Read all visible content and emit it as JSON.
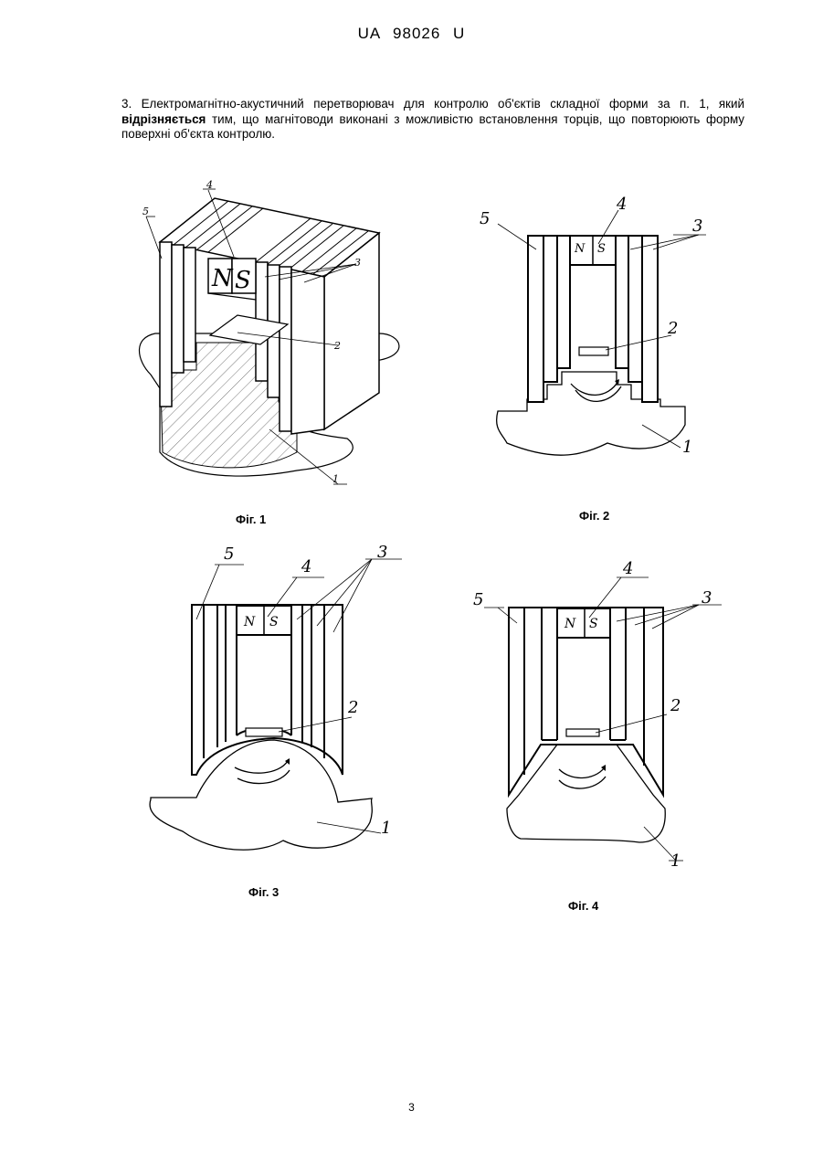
{
  "header": "UA 98026 U",
  "claim": {
    "part1": "3. Електромагнітно-акустичний перетворювач для контролю об'єктів складної форми за п. 1, який ",
    "bold": "відрізняється",
    "part2": " тим, що магнітоводи виконані з можливістю встановлення торців, що повторюють форму поверхні об'єкта контролю."
  },
  "figures": {
    "fig1": {
      "caption": "Фіг. 1",
      "labels": {
        "l1": "1",
        "l2": "2",
        "l3": "3",
        "l4": "4",
        "l5": "5",
        "north": "N",
        "south": "S"
      }
    },
    "fig2": {
      "caption": "Фіг. 2",
      "labels": {
        "l1": "1",
        "l2": "2",
        "l3": "3",
        "l4": "4",
        "l5": "5",
        "north": "N",
        "south": "S"
      }
    },
    "fig3": {
      "caption": "Фіг. 3",
      "labels": {
        "l1": "1",
        "l2": "2",
        "l3": "3",
        "l4": "4",
        "l5": "5",
        "north": "N",
        "south": "S"
      }
    },
    "fig4": {
      "caption": "Фіг. 4",
      "labels": {
        "l1": "1",
        "l2": "2",
        "l3": "3",
        "l4": "4",
        "l5": "5",
        "north": "N",
        "south": "S"
      }
    }
  },
  "page_number": "3"
}
